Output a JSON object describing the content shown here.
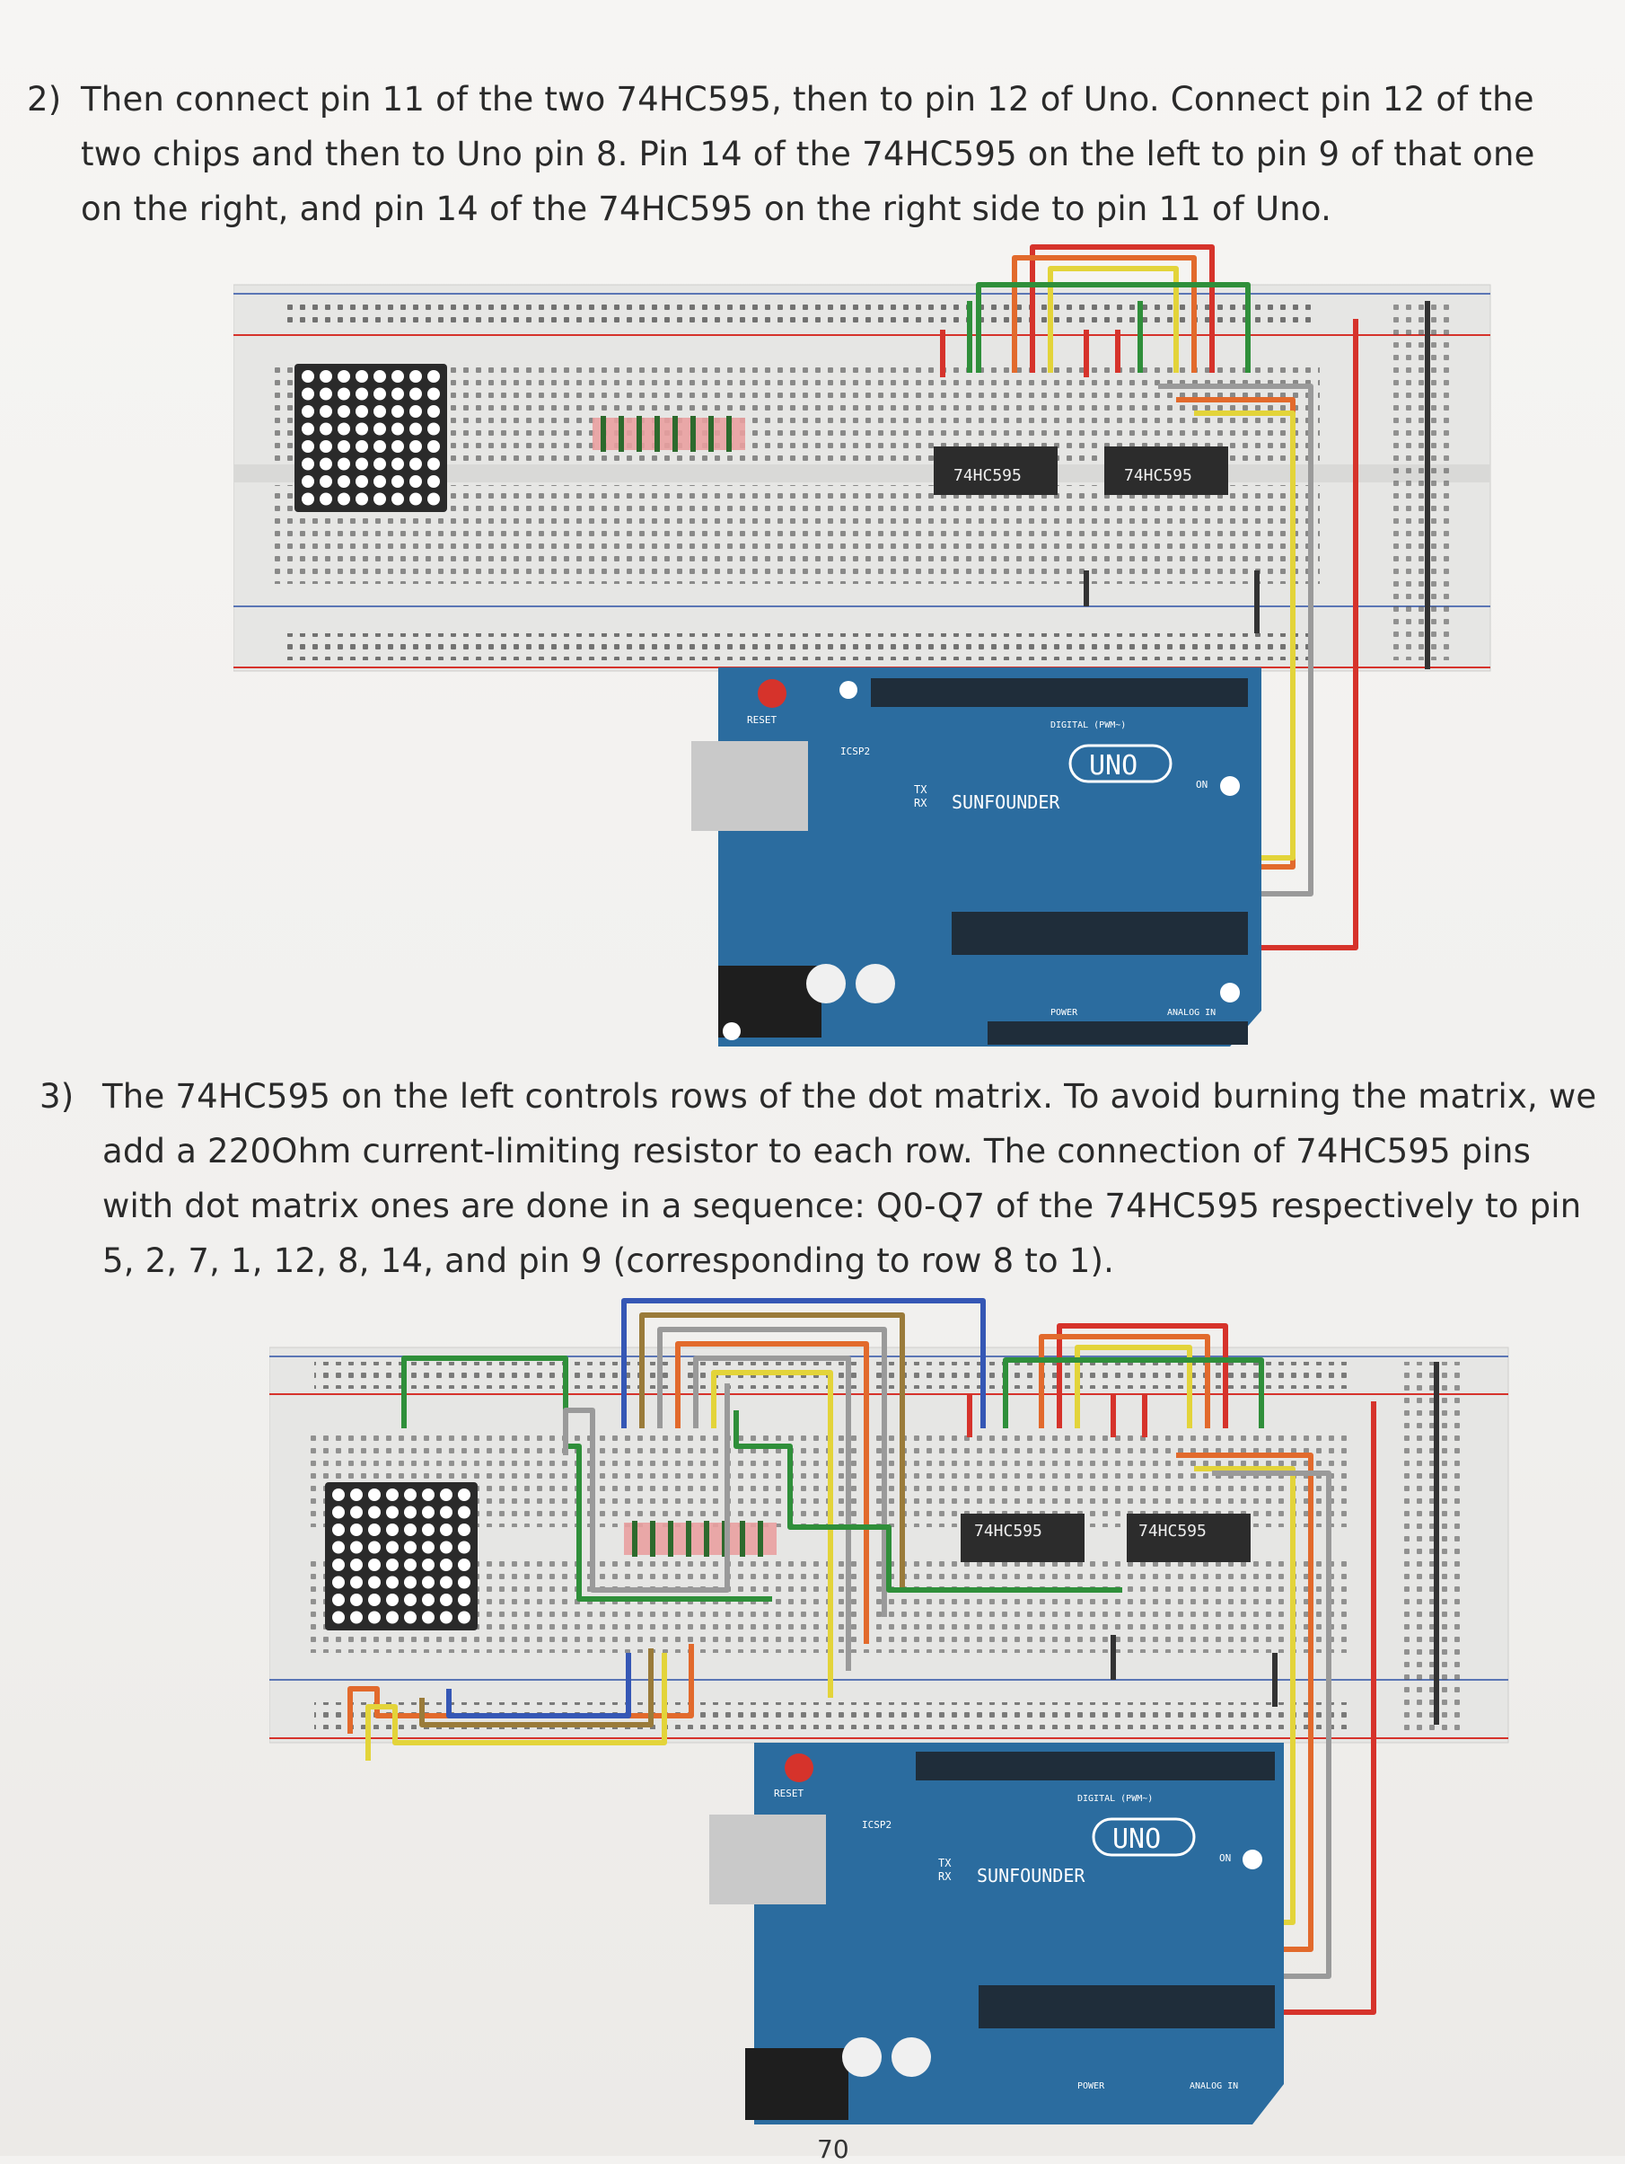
{
  "steps": [
    {
      "number": "2)",
      "text": "Then connect pin 11 of the two 74HC595, then to pin 12 of Uno. Connect pin 12 of the two chips and then to Uno pin 8. Pin 14 of the 74HC595 on the left to pin 9 of that one on the right, and pin 14 of the 74HC595 on the right side to pin 11 of Uno."
    },
    {
      "number": "3)",
      "text": "The 74HC595 on the left controls rows of the dot matrix. To avoid burning the matrix, we add a 220Ohm current-limiting resistor to each row. The connection of 74HC595 pins with dot matrix ones are done in a sequence: Q0-Q7 of the 74HC595 respectively to pin 5, 2, 7, 1, 12, 8, 14, and pin 9 (corresponding to row 8 to 1)."
    }
  ],
  "board_labels": {
    "chip_left": "74HC595",
    "chip_right": "74HC595",
    "uno": "UNO",
    "brand": "SUNFOUNDER",
    "reset": "RESET",
    "icsp": "ICSP2",
    "tx": "TX",
    "rx": "RX",
    "on": "ON",
    "digital": "DIGITAL (PWM~)",
    "power": "POWER",
    "analog": "ANALOG IN"
  },
  "page_number": "70",
  "colors": {
    "breadboard": "#e6e6e4",
    "uno_blue": "#2b6c9f",
    "wire_red": "#d6332b",
    "wire_orange": "#e26a2c",
    "wire_yellow": "#e3d43a",
    "wire_green": "#2f8f3a",
    "wire_gray": "#9a9a9a",
    "wire_blue": "#3557b5",
    "wire_brown": "#9a7b3a"
  }
}
